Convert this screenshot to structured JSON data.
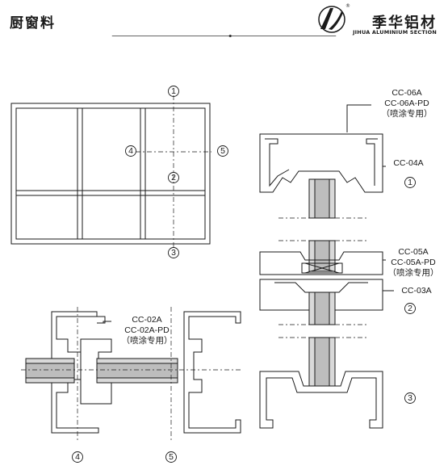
{
  "header": {
    "title": "厨窗料",
    "brand_name": "季华铝材",
    "brand_subtitle": "JIHUA ALUMINIUM SECTION",
    "registered_mark": "®"
  },
  "window_diagram": {
    "markers": [
      "1",
      "2",
      "3",
      "4",
      "5"
    ]
  },
  "section_labels": {
    "cc06a": "CC-06A",
    "cc06a_pd": "CC-06A-PD",
    "cc06a_note": "（喷涂专用）",
    "cc04a": "CC-04A",
    "cc05a": "CC-05A",
    "cc05a_pd": "CC-05A-PD",
    "cc05a_note": "（喷涂专用）",
    "cc03a": "CC-03A",
    "cc02a": "CC-02A",
    "cc02a_pd": "CC-02A-PD",
    "cc02a_note": "（喷涂专用）"
  },
  "colors": {
    "line": "#1a1a1a",
    "glass": "#cfcfcf",
    "divider": "#333333"
  }
}
